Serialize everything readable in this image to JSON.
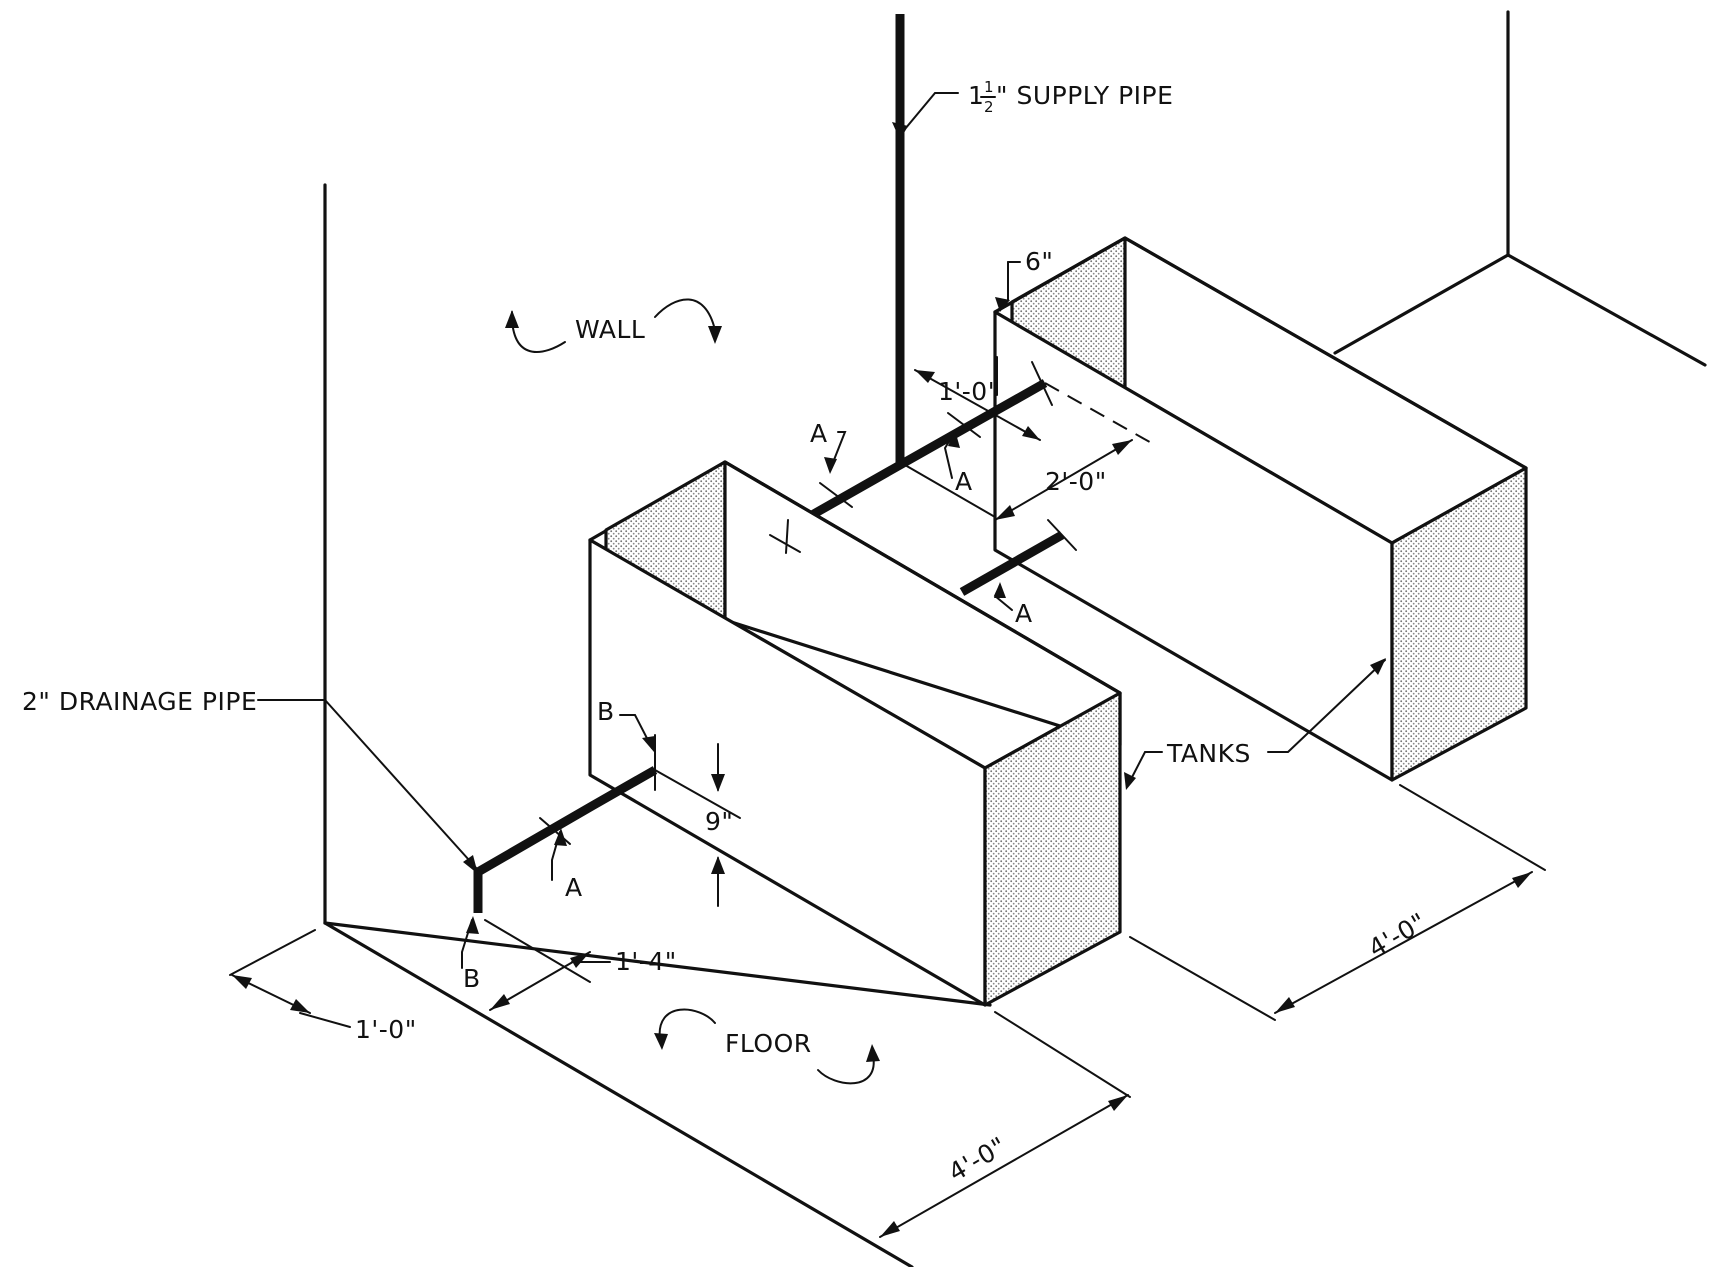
{
  "labels": {
    "supply_pipe_whole": "1",
    "supply_pipe_fraction_top": "1",
    "supply_pipe_fraction_bottom": "2",
    "supply_pipe_text": "\" SUPPLY PIPE",
    "wall": "WALL",
    "floor": "FLOOR",
    "tanks": "TANKS",
    "drainage_pipe": "2\" DRAINAGE PIPE"
  },
  "dimensions": {
    "tank_offset_top": "6\"",
    "supply_offset": "1'-0\"",
    "tank_gap": "2'-0\"",
    "drain_height": "9\"",
    "drain_offset_wall": "1'-4\"",
    "drain_offset_side": "1'-0\"",
    "front_tank_length": "4'-0\"",
    "rear_tank_length": "4'-0\""
  },
  "section_markers": {
    "a": "A",
    "b": "B"
  },
  "colors": {
    "ink": "#111111",
    "paper": "#ffffff",
    "stipple": "#8a8a8a"
  }
}
